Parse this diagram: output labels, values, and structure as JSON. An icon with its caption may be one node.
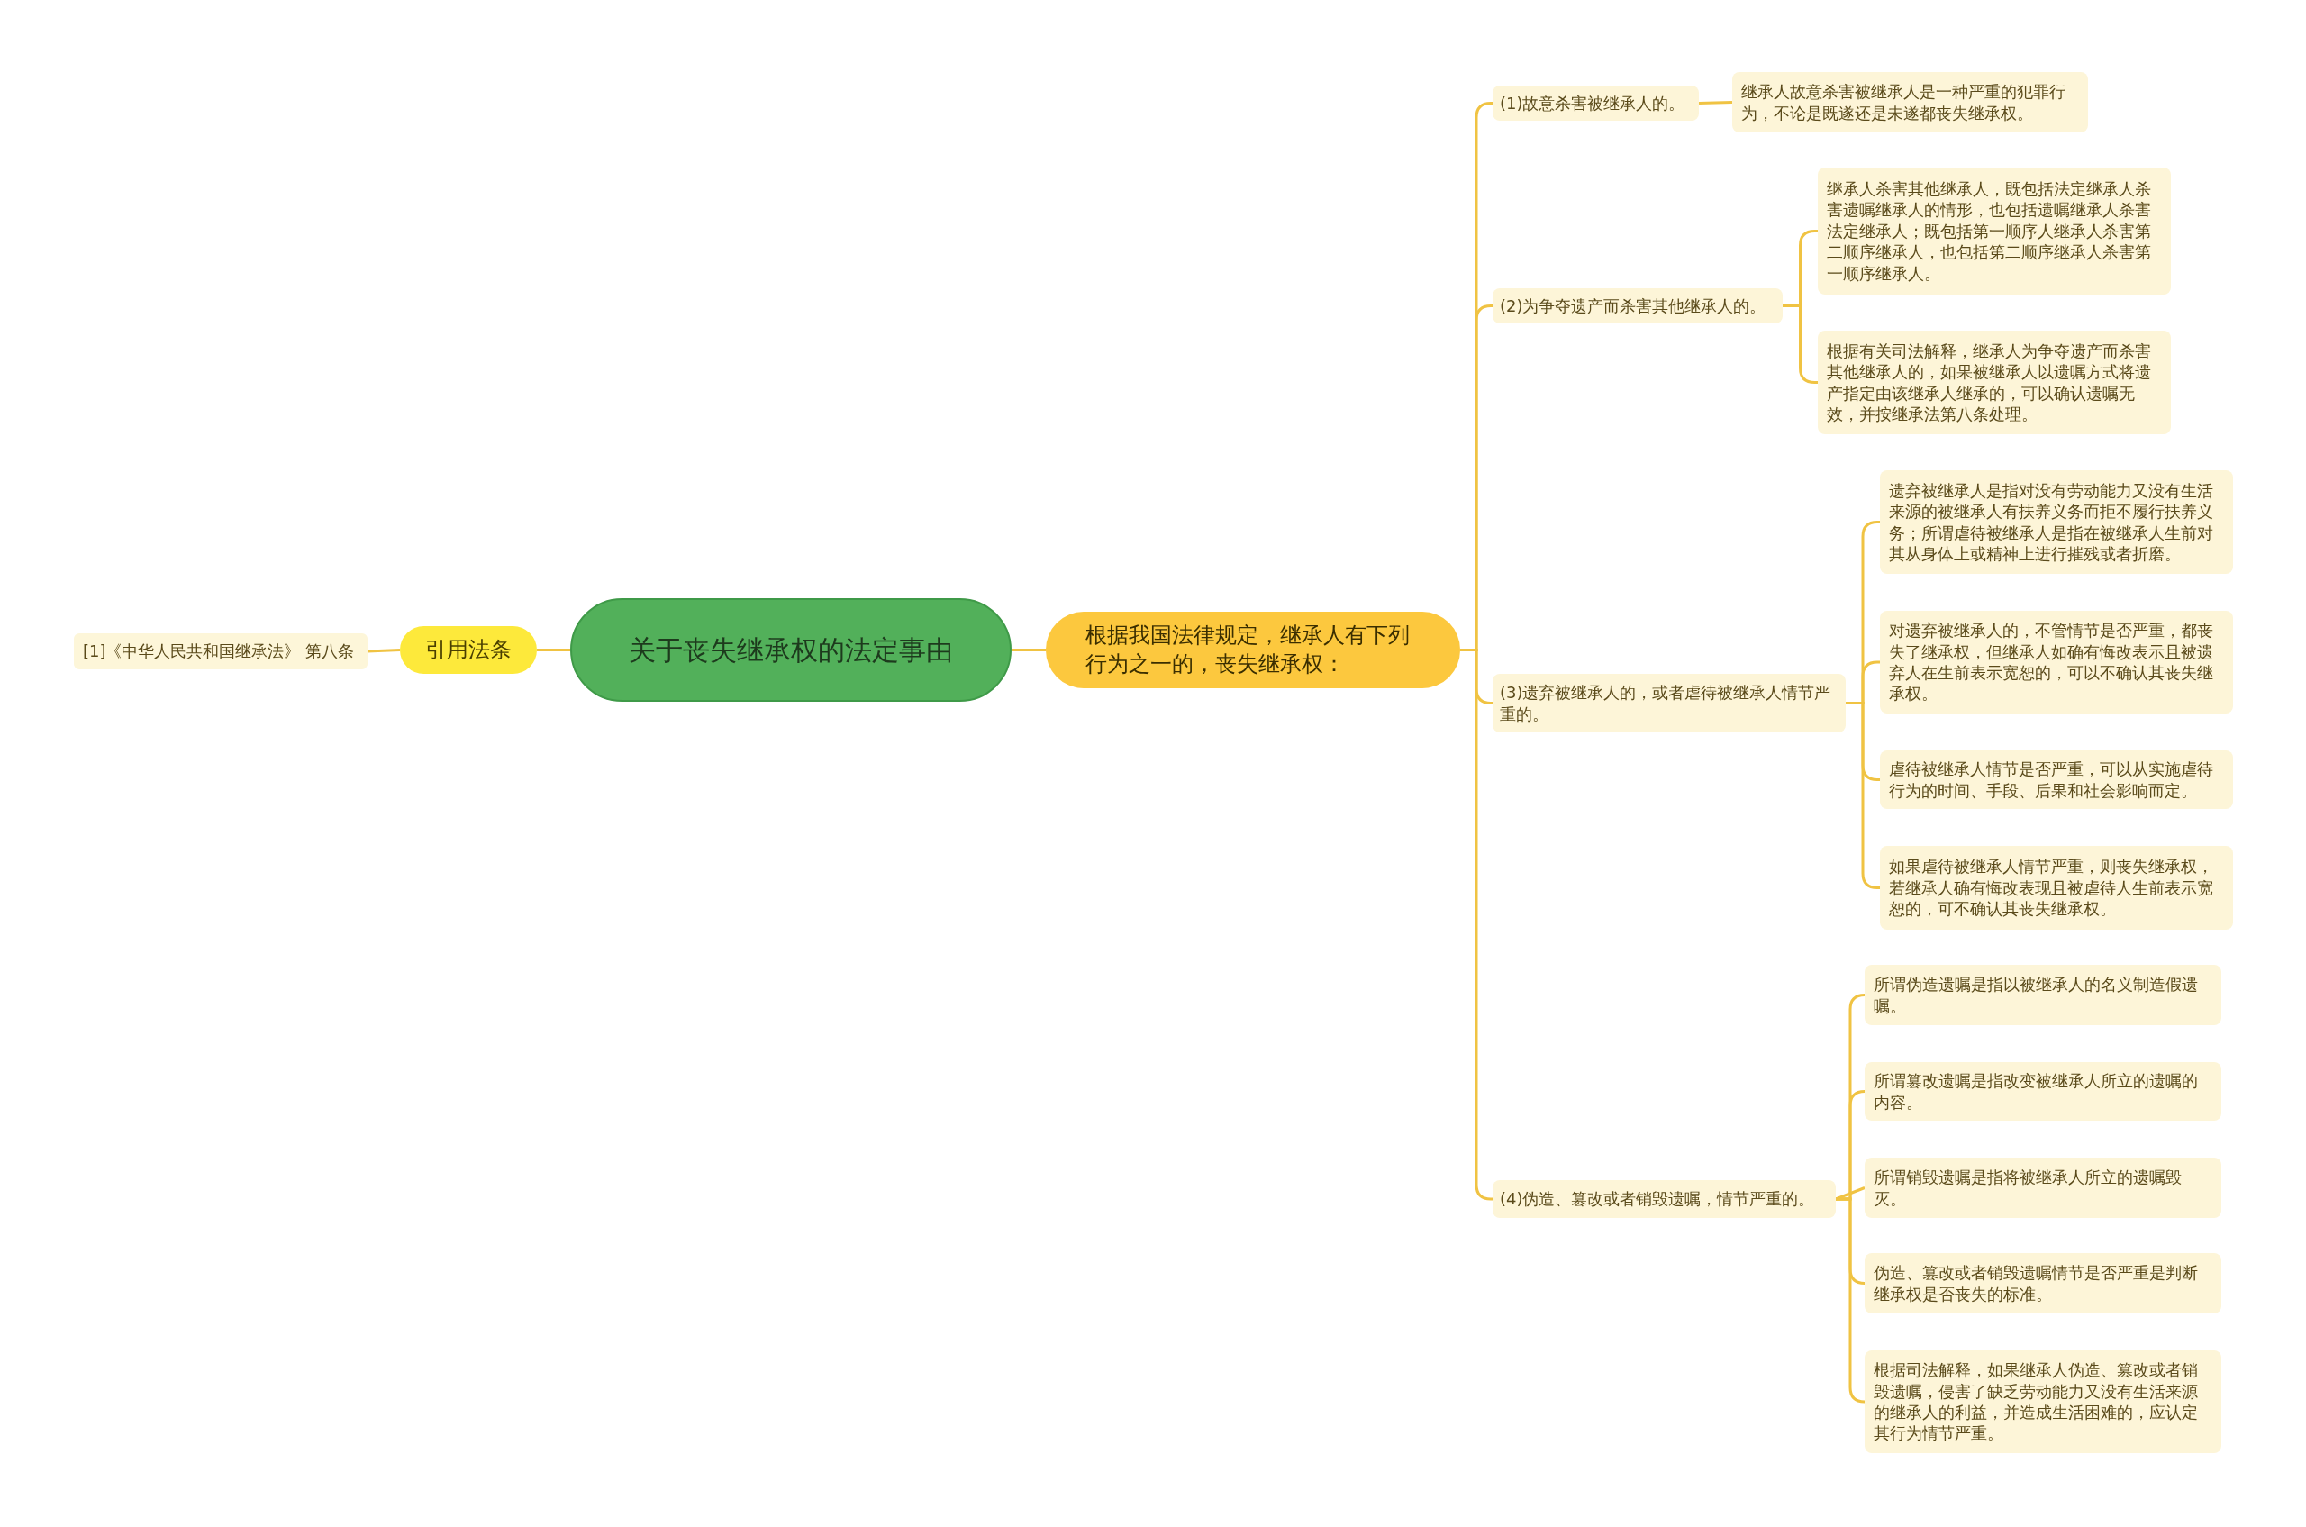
{
  "diagram": {
    "nodes": [
      {
        "text": [
          "关于丧失继承权的法定事由"
        ]
      },
      {
        "text": [
          "引用法条"
        ]
      },
      {
        "text": [
          "[1]《中华人民共和国继承法》 第八条"
        ]
      },
      {
        "text": [
          "根据我国法律规定，继承人有下列行为之一的，丧失继承权："
        ]
      },
      {
        "text": [
          "(1)故意杀害被继承人的。"
        ]
      },
      {
        "text": [
          "继承人故意杀害被继承人是一种严重的犯罪行为，不论是既遂还是未遂都丧失继承权。"
        ]
      },
      {
        "text": [
          "(2)为争夺遗产而杀害其他继承人的。"
        ]
      },
      {
        "text": [
          "继承人杀害其他继承人，既包括法定继承人杀害遗嘱继承人的情形，也包括遗嘱继承人杀害法定继承人；既包括第一顺序人继承人杀害第二顺序继承人，也包括第二顺序继承人杀害第一顺序继承人。"
        ]
      },
      {
        "text": [
          "根据有关司法解释，继承人为争夺遗产而杀害其他继承人的，如果被继承人以遗嘱方式将遗产指定由该继承人继承的，可以确认遗嘱无效，并按继承法第八条处理。"
        ]
      },
      {
        "text": [
          "(3)遗弃被继承人的，或者虐待被继承人情节严重的。"
        ]
      },
      {
        "text": [
          "遗弃被继承人是指对没有劳动能力又没有生活来源的被继承人有扶养义务而拒不履行扶养义务；所谓虐待被继承人是指在被继承人生前对其从身体上或精神上进行摧残或者折磨。"
        ]
      },
      {
        "text": [
          "对遗弃被继承人的，不管情节是否严重，都丧失了继承权，但继承人如确有悔改表示且被遗弃人在生前表示宽恕的，可以不确认其丧失继承权。"
        ]
      },
      {
        "text": [
          "虐待被继承人情节是否严重，可以从实施虐待行为的时间、手段、后果和社会影响而定。"
        ]
      },
      {
        "text": [
          "如果虐待被继承人情节严重，则丧失继承权，若继承人确有悔改表现且被虐待人生前表示宽恕的，可不确认其丧失继承权。"
        ]
      },
      {
        "text": [
          "(4)伪造、篡改或者销毁遗嘱，情节严重的。"
        ]
      },
      {
        "text": [
          "所谓伪造遗嘱是指以被继承人的名义制造假遗嘱。"
        ]
      },
      {
        "text": [
          "所谓篡改遗嘱是指改变被继承人所立的遗嘱的内容。"
        ]
      },
      {
        "text": [
          "所谓销毁遗嘱是指将被继承人所立的遗嘱毁灭。"
        ]
      },
      {
        "text": [
          "伪造、篡改或者销毁遗嘱情节是否严重是判断继承权是否丧失的标准。"
        ]
      },
      {
        "text": [
          "根据司法解释，如果继承人伪造、篡改或者销毁遗嘱，侵害了缺乏劳动能力又没有生活来源的继承人的利益，并造成生活困难的，应认定其行为情节严重。"
        ]
      }
    ],
    "edges": [
      {
        "from": 0,
        "to": 1,
        "arrow": "none"
      },
      {
        "from": 1,
        "to": 2,
        "arrow": "none"
      },
      {
        "from": 0,
        "to": 3,
        "arrow": "none"
      },
      {
        "from": 3,
        "to": 4,
        "arrow": "none"
      },
      {
        "from": 4,
        "to": 5,
        "arrow": "none"
      },
      {
        "from": 3,
        "to": 6,
        "arrow": "none"
      },
      {
        "from": 6,
        "to": 7,
        "arrow": "none"
      },
      {
        "from": 6,
        "to": 8,
        "arrow": "none"
      },
      {
        "from": 3,
        "to": 9,
        "arrow": "none"
      },
      {
        "from": 9,
        "to": 10,
        "arrow": "none"
      },
      {
        "from": 9,
        "to": 11,
        "arrow": "none"
      },
      {
        "from": 9,
        "to": 12,
        "arrow": "none"
      },
      {
        "from": 9,
        "to": 13,
        "arrow": "none"
      },
      {
        "from": 3,
        "to": 14,
        "arrow": "none"
      },
      {
        "from": 14,
        "to": 15,
        "arrow": "none"
      },
      {
        "from": 14,
        "to": 16,
        "arrow": "none"
      },
      {
        "from": 14,
        "to": 17,
        "arrow": "none"
      },
      {
        "from": 14,
        "to": 18,
        "arrow": "none"
      },
      {
        "from": 14,
        "to": 19,
        "arrow": "none"
      }
    ]
  }
}
